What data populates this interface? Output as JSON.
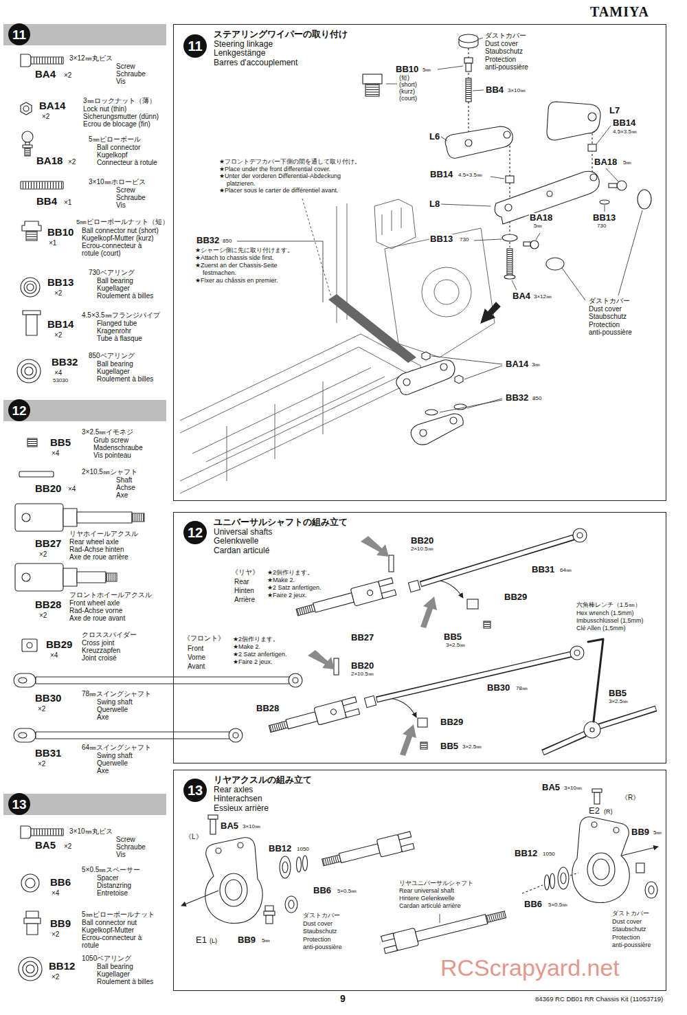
{
  "diagram": {
    "nodes": [
      {
        "text": [
          "11"
        ]
      },
      {
        "text": [
          "ステアリングワイパーの取り付け",
          "Steering linkage",
          "Lenkgestänge",
          "Barres d'accouplement"
        ]
      },
      {
        "text": [
          "11"
        ],
        "in": 1
      },
      {
        "text": [
          "12"
        ]
      },
      {
        "text": [
          "ユニバーサルシャフトの組み立て",
          "Universal shafts",
          "Gelenkwelle",
          "Cardan articulé"
        ]
      },
      {
        "text": [
          "12"
        ],
        "in": 4
      },
      {
        "text": [
          "13"
        ]
      },
      {
        "text": [
          "リヤアクスルの組み立て",
          "Rear axles",
          "Hinterachsen",
          "Essieux arrière"
        ]
      },
      {
        "text": [
          "13"
        ],
        "in": 7
      }
    ],
    "labels": [
      "TAMIYA",
      "3×12㎜丸ビス",
      "Screw",
      "Schraube",
      "Vis",
      "BA4",
      "×2",
      "3㎜ロックナット（薄）",
      "Lock nut (thin)",
      "Sicherungsmutter (dünn)",
      "Ecrou de blocage (fin)",
      "BA14",
      "×2",
      "5㎜ピローボール",
      "Ball connector",
      "Kugelkopf",
      "Connecteur à rotule",
      "BA18",
      "×2",
      "3×10㎜ホロービス",
      "Screw",
      "Schraube",
      "Vis",
      "BB4",
      "×1",
      "5㎜ピローボールナット（短）",
      "Ball connector nut (short)",
      "Kugelkopf-Mutter (kurz)",
      "Ecrou-connecteur à",
      "rotule (court)",
      "BB10",
      "×1",
      "730ベアリング",
      "Ball bearing",
      "Kugellager",
      "Roulement à billes",
      "BB13",
      "×2",
      "4.5×3.5㎜フランジパイプ",
      "Flanged tube",
      "Kragenrohr",
      "Tube à flasque",
      "BB14",
      "×2",
      "850ベアリング",
      "Ball bearing",
      "Kugellager",
      "Roulement à billes",
      "BB32",
      "×4",
      "53030",
      "3×2.5㎜イモネジ",
      "Grub screw",
      "Madenschraube",
      "Vis pointeau",
      "BB5",
      "×4",
      "2×10.5㎜シャフト",
      "Shaft",
      "Achse",
      "Axe",
      "BB20",
      "×4",
      "リヤホイールアクスル",
      "Rear wheel axle",
      "Rad-Achse hinten",
      "Axe de roue arrière",
      "BB27",
      "×2",
      "フロントホイールアクスル",
      "Front wheel axle",
      "Rad-Achse vorne",
      "Axe de roue avant",
      "BB28",
      "×2",
      "クロススパイダー",
      "Cross joint",
      "Kreuzzapfen",
      "Joint croisé",
      "BB29",
      "×4",
      "78㎜スイングシャフト",
      "Swing shaft",
      "Querwelle",
      "Axe",
      "BB30",
      "×2",
      "64㎜スイングシャフト",
      "Swing shaft",
      "Querwelle",
      "Axe",
      "BB31",
      "×2",
      "3×10㎜丸ビス",
      "Screw",
      "Schraube",
      "Vis",
      "BA5",
      "×2",
      "5×0.5㎜スペーサー",
      "Spacer",
      "Distanzring",
      "Entretoise",
      "BB6",
      "×4",
      "5㎜ピローボールナット",
      "Ball connector nut",
      "Kugelkopf-Mutter",
      "Ecrou-connecteur à",
      "rotule",
      "BB9",
      "×2",
      "1050ベアリング",
      "Ball bearing",
      "Kugellager",
      "Roulement à billes",
      "BB12",
      "×2",
      "ダストカバー",
      "Dust cover",
      "Staubschutz",
      "Protection",
      "anti-poussière",
      "BB10",
      "5㎜",
      "(短)",
      "(short)",
      "(kurz)",
      "(court)",
      "BB4",
      "3×10㎜",
      "L7",
      "BB14",
      "4.5×3.5㎜",
      "L6",
      "BA18",
      "5㎜",
      "BB14",
      "4.5×3.5㎜",
      "L8",
      "BA18",
      "5㎜",
      "BB13",
      "730",
      "BB13",
      "730",
      "BA4",
      "3×12㎜",
      "ダストカバー",
      "Dust cover",
      "Staubschutz",
      "Protection",
      "anti-poussière",
      "★フロントデフカバー下側の間を通して取り付け。",
      "★Place under the front differential cover.",
      "★Unter der vorderen Differential-Abdeckung",
      "platzieren.",
      "★Placer sous le carter de différentiel avant.",
      "BB32",
      "850",
      "★シャーシ側に先に取り付けます。",
      "★Attach to chassis side first.",
      "★Zuerst an der Chassis-Seite",
      "festmachen.",
      "★Fixer au châssis en premier.",
      "BA14",
      "3㎜",
      "BB32",
      "850",
      "BB20",
      "2×10.5㎜",
      "BB31",
      "64㎜",
      "《リヤ》",
      "Rear",
      "Hinten",
      "Arrière",
      "★2個作ります。",
      "★Make 2.",
      "★2 Satz anfertigen.",
      "★Faire 2 jeux.",
      "BB29",
      "六角棒レンチ（1.5㎜）",
      "Hex wrench (1.5mm)",
      "Imbusschlüssel (1,5mm)",
      "Clé Allen (1,5mm)",
      "BB27",
      "BB5",
      "3×2.5㎜",
      "《フロント》",
      "Front",
      "Vorne",
      "Avant",
      "★2個作ります。",
      "★Make 2.",
      "★2 Satz anfertigen.",
      "★Faire 2 jeux.",
      "BB20",
      "2×10.5㎜",
      "BB30",
      "78㎜",
      "BB5",
      "3×2.5㎜",
      "BB28",
      "BB29",
      "BB5",
      "3×2.5㎜",
      "BA5",
      "3×10㎜",
      "《R》",
      "E2",
      "(R)",
      "BA5",
      "3×10㎜",
      "BB9",
      "5㎜",
      "《L》",
      "BB12",
      "1050",
      "BB12",
      "1050",
      "リヤユニバーサルシャフト",
      "Rear universal shaft",
      "Hintere Gelenkwelle",
      "Cardan articulé arrière",
      "BB6",
      "5×0.5㎜",
      "BB6",
      "5×0.5㎜",
      "ダストカバー",
      "Dust cover",
      "Staubschutz",
      "Protection",
      "anti-poussière",
      "ダストカバー",
      "Dust cover",
      "Staubschutz",
      "Protection",
      "anti-poussière",
      "E1",
      "(L)",
      "BB9",
      "5㎜",
      "RCScrapyard.net",
      "9",
      "84369 RC DB01 RR Chassis Kit (11053719)"
    ]
  }
}
